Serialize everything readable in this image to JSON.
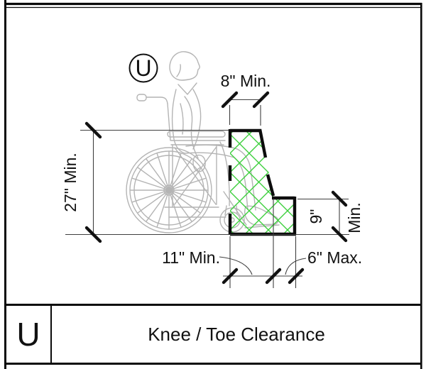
{
  "drawing": {
    "callout": "U",
    "dims": {
      "top": "8\" Min.",
      "left": "27\" Min.",
      "right_value": "9\"",
      "right_unit": "Min.",
      "bottom_left": "11\" Min.",
      "bottom_right": "6\" Max."
    }
  },
  "title_block": {
    "code": "U",
    "title": "Knee / Toe Clearance"
  },
  "colors": {
    "hatch_green": "#3ccf3c",
    "figure_gray": "#b4b4b4",
    "line_dark": "#3f3f3f",
    "ink": "#111111"
  }
}
